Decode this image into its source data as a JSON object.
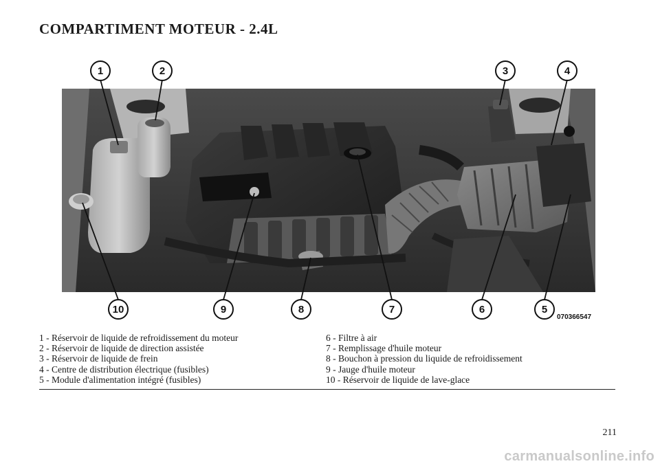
{
  "page": {
    "title": "COMPARTIMENT MOTEUR - 2.4L",
    "page_number": "211",
    "watermark": "carmanualsonline.info"
  },
  "figure": {
    "code": "070366547",
    "callouts": [
      "1",
      "2",
      "3",
      "4",
      "5",
      "6",
      "7",
      "8",
      "9",
      "10"
    ]
  },
  "legend": {
    "left": [
      "1 - Réservoir de liquide de refroidissement du moteur",
      "2 - Réservoir de liquide de direction assistée",
      "3 - Réservoir de liquide de frein",
      "4 - Centre de distribution électrique (fusibles)",
      "5 - Module d'alimentation intégré (fusibles)"
    ],
    "right": [
      "6 - Filtre à air",
      "7 - Remplissage d'huile moteur",
      "8 - Bouchon à pression du liquide de refroidissement",
      "9 - Jauge d'huile moteur",
      "10 - Réservoir de liquide de lave-glace"
    ]
  }
}
